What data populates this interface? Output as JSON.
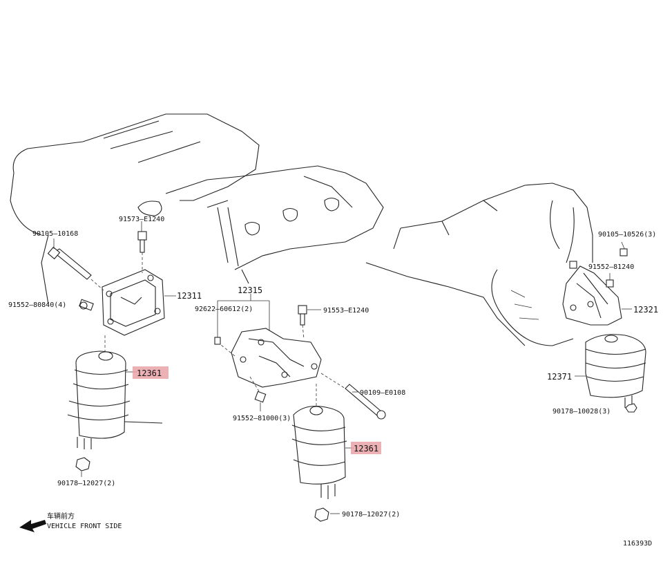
{
  "labels": {
    "p90105_10168": "90105–10168",
    "p91552_80840": "91552–80840(4)",
    "p91573_e1240_a": "91573–E1240",
    "p12311": "12311",
    "p12361_left": "12361",
    "p90178_12027_left": "90178–12027(2)",
    "p12315": "12315",
    "p92622_60612": "92622–60612(2)",
    "p91553_e1240": "91553–E1240",
    "p91552_81000": "91552–81000(3)",
    "p90109_e0108": "90109–E0108",
    "p12361_center": "12361",
    "p90178_12027_center": "90178–12027(2)",
    "p90105_10526": "90105–10526(3)",
    "p91552_81240": "91552–81240",
    "p12321": "12321",
    "p12371": "12371",
    "p90178_10028": "90178–10028(3)",
    "front_cn": "车辆前方",
    "front_en": "VEHICLE FRONT SIDE",
    "figure_id": "116393D"
  },
  "colors": {
    "highlight": "#e8a3a8",
    "line": "#222222"
  }
}
